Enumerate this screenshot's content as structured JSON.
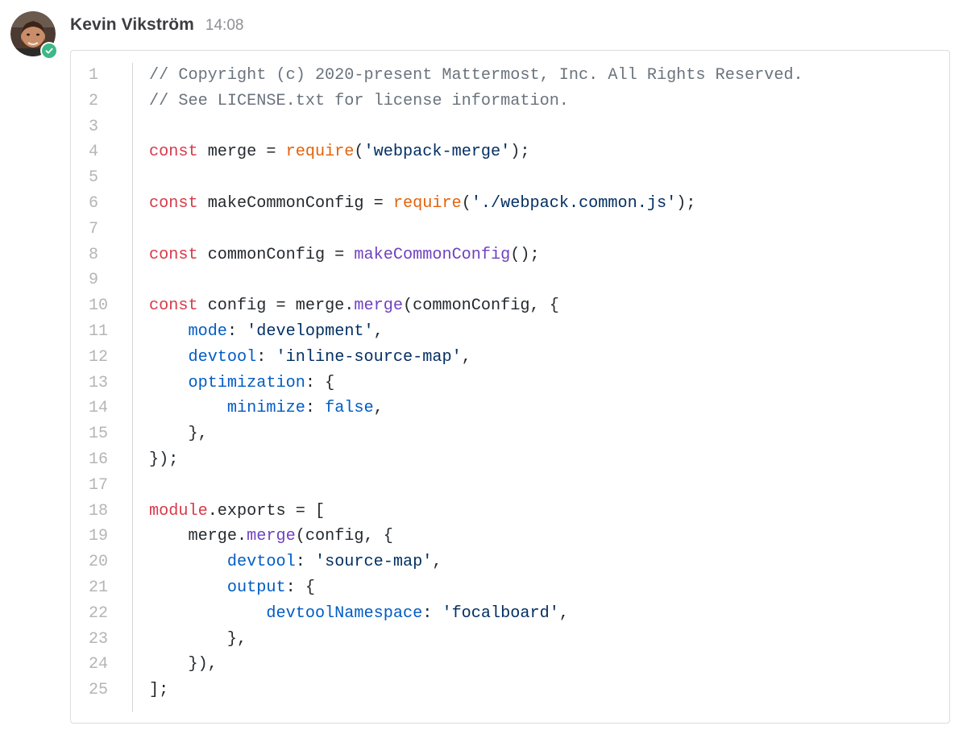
{
  "post": {
    "username": "Kevin Vikström",
    "time": "14:08",
    "avatar_icon": "user-avatar-photo",
    "status_icon": "check-circle-icon",
    "status_color": "#3db887"
  },
  "code_block": {
    "language": "javascript",
    "lines": [
      {
        "number": "1",
        "tokens": [
          {
            "t": "comment",
            "v": "// Copyright (c) 2020-present Mattermost, Inc. All Rights Reserved."
          }
        ]
      },
      {
        "number": "2",
        "tokens": [
          {
            "t": "comment",
            "v": "// See LICENSE.txt for license information."
          }
        ]
      },
      {
        "number": "3",
        "tokens": []
      },
      {
        "number": "4",
        "tokens": [
          {
            "t": "keyword",
            "v": "const"
          },
          {
            "t": "plain",
            "v": " merge = "
          },
          {
            "t": "builtin",
            "v": "require"
          },
          {
            "t": "plain",
            "v": "("
          },
          {
            "t": "string",
            "v": "'webpack-merge'"
          },
          {
            "t": "plain",
            "v": ");"
          }
        ]
      },
      {
        "number": "5",
        "tokens": []
      },
      {
        "number": "6",
        "tokens": [
          {
            "t": "keyword",
            "v": "const"
          },
          {
            "t": "plain",
            "v": " makeCommonConfig = "
          },
          {
            "t": "builtin",
            "v": "require"
          },
          {
            "t": "plain",
            "v": "("
          },
          {
            "t": "string",
            "v": "'./webpack.common.js'"
          },
          {
            "t": "plain",
            "v": ");"
          }
        ]
      },
      {
        "number": "7",
        "tokens": []
      },
      {
        "number": "8",
        "tokens": [
          {
            "t": "keyword",
            "v": "const"
          },
          {
            "t": "plain",
            "v": " commonConfig = "
          },
          {
            "t": "func",
            "v": "makeCommonConfig"
          },
          {
            "t": "plain",
            "v": "();"
          }
        ]
      },
      {
        "number": "9",
        "tokens": []
      },
      {
        "number": "10",
        "tokens": [
          {
            "t": "keyword",
            "v": "const"
          },
          {
            "t": "plain",
            "v": " config = merge."
          },
          {
            "t": "func",
            "v": "merge"
          },
          {
            "t": "plain",
            "v": "(commonConfig, {"
          }
        ]
      },
      {
        "number": "11",
        "tokens": [
          {
            "t": "plain",
            "v": "    "
          },
          {
            "t": "prop",
            "v": "mode"
          },
          {
            "t": "plain",
            "v": ": "
          },
          {
            "t": "string",
            "v": "'development'"
          },
          {
            "t": "plain",
            "v": ","
          }
        ]
      },
      {
        "number": "12",
        "tokens": [
          {
            "t": "plain",
            "v": "    "
          },
          {
            "t": "prop",
            "v": "devtool"
          },
          {
            "t": "plain",
            "v": ": "
          },
          {
            "t": "string",
            "v": "'inline-source-map'"
          },
          {
            "t": "plain",
            "v": ","
          }
        ]
      },
      {
        "number": "13",
        "tokens": [
          {
            "t": "plain",
            "v": "    "
          },
          {
            "t": "prop",
            "v": "optimization"
          },
          {
            "t": "plain",
            "v": ": {"
          }
        ]
      },
      {
        "number": "14",
        "tokens": [
          {
            "t": "plain",
            "v": "        "
          },
          {
            "t": "prop",
            "v": "minimize"
          },
          {
            "t": "plain",
            "v": ": "
          },
          {
            "t": "prop",
            "v": "false"
          },
          {
            "t": "plain",
            "v": ","
          }
        ]
      },
      {
        "number": "15",
        "tokens": [
          {
            "t": "plain",
            "v": "    },"
          }
        ]
      },
      {
        "number": "16",
        "tokens": [
          {
            "t": "plain",
            "v": "});"
          }
        ]
      },
      {
        "number": "17",
        "tokens": []
      },
      {
        "number": "18",
        "tokens": [
          {
            "t": "keyword",
            "v": "module"
          },
          {
            "t": "plain",
            "v": ".exports = ["
          }
        ]
      },
      {
        "number": "19",
        "tokens": [
          {
            "t": "plain",
            "v": "    merge."
          },
          {
            "t": "func",
            "v": "merge"
          },
          {
            "t": "plain",
            "v": "(config, {"
          }
        ]
      },
      {
        "number": "20",
        "tokens": [
          {
            "t": "plain",
            "v": "        "
          },
          {
            "t": "prop",
            "v": "devtool"
          },
          {
            "t": "plain",
            "v": ": "
          },
          {
            "t": "string",
            "v": "'source-map'"
          },
          {
            "t": "plain",
            "v": ","
          }
        ]
      },
      {
        "number": "21",
        "tokens": [
          {
            "t": "plain",
            "v": "        "
          },
          {
            "t": "prop",
            "v": "output"
          },
          {
            "t": "plain",
            "v": ": {"
          }
        ]
      },
      {
        "number": "22",
        "tokens": [
          {
            "t": "plain",
            "v": "            "
          },
          {
            "t": "prop",
            "v": "devtoolNamespace"
          },
          {
            "t": "plain",
            "v": ": "
          },
          {
            "t": "string",
            "v": "'focalboard'"
          },
          {
            "t": "plain",
            "v": ","
          }
        ]
      },
      {
        "number": "23",
        "tokens": [
          {
            "t": "plain",
            "v": "        },"
          }
        ]
      },
      {
        "number": "24",
        "tokens": [
          {
            "t": "plain",
            "v": "    }),"
          }
        ]
      },
      {
        "number": "25",
        "tokens": [
          {
            "t": "plain",
            "v": "];"
          }
        ]
      }
    ]
  }
}
